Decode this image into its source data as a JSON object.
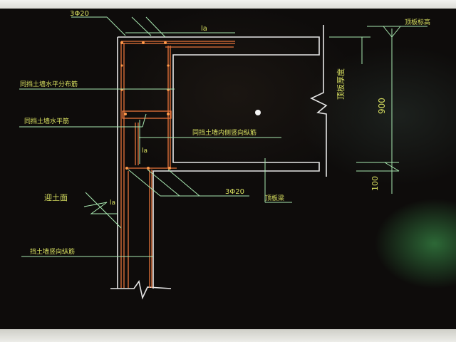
{
  "drawing": {
    "labels": {
      "top_bars": "3Φ20",
      "bottom_bars": "3Φ20",
      "la_top": "la",
      "la_middle": "la",
      "la_left": "la",
      "roof_elevation": "顶板标高",
      "roof_thickness": "顶板厚度",
      "dim_900": "900",
      "dim_100": "100",
      "wall_horizontal_distribution": "同挡土墙水平分布筋",
      "wall_horizontal_lap": "同挡土墙水平筋",
      "wall_inner_vertical": "同挡土墙内侧竖向纵筋",
      "roof_beam": "顶板梁",
      "soil_face": "迎土面",
      "wall_vertical": "挡土墙竖向纵筋"
    },
    "colors": {
      "structure": "#e6e6e6",
      "rebar": "#e8743b",
      "leader": "#a8e8b0",
      "annotation": "#d8e060",
      "accent_dot": "#ff9a4a"
    }
  }
}
